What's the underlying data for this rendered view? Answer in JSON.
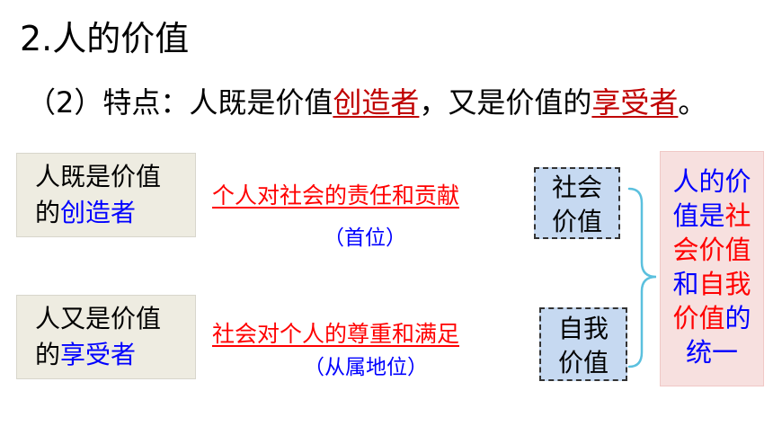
{
  "title": "2.人的价值",
  "subtitle": {
    "prefix": "（2）特点：人既是价值",
    "creator": "创造者",
    "middle": "，又是价值的",
    "enjoyer": "享受者",
    "suffix": "。"
  },
  "box_creator": {
    "line1": "人既是价值",
    "line2_prefix": "的",
    "line2_highlight": "创造者"
  },
  "box_enjoyer": {
    "line1": "人又是价值",
    "line2_prefix": "的",
    "line2_highlight": "享受者"
  },
  "relation_1": {
    "text": "个人对社会的责任和贡献",
    "note": "（首位）"
  },
  "relation_2": {
    "text": "社会对个人的尊重和满足",
    "note": "（从属地位）"
  },
  "value_social": {
    "line1": "社会",
    "line2": "价值"
  },
  "value_self": {
    "line1": "自我",
    "line2": "价值"
  },
  "unity": {
    "l1": "人的价",
    "l2_blue": "值是",
    "l2_red": "社",
    "l3_red": "会价值",
    "l4_blue": "和",
    "l4_red": "自我",
    "l5_red": "价值",
    "l5_blue": "的",
    "l6": "统一"
  },
  "colors": {
    "red": "#ff0000",
    "dark_red": "#c00000",
    "blue": "#0000ff",
    "grey_box": "#eeece1",
    "blue_box": "#c6d9f1",
    "pink_box": "#f7e0df",
    "brace": "#5bc0de"
  }
}
